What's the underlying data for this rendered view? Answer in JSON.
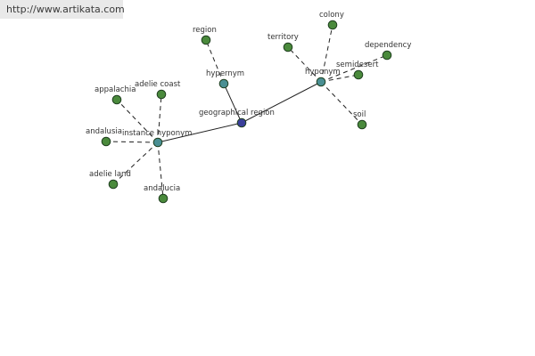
{
  "url_banner": "http://www.artikata.com",
  "colors": {
    "leaf_node": "#4a8a3c",
    "relation_node": "#4a8f93",
    "center_node": "#3a3f9a",
    "edge": "#222222",
    "text": "#333333"
  },
  "graph": {
    "center": "geographical region",
    "nodes": [
      {
        "id": "geographical_region",
        "label": "geographical region",
        "kind": "center"
      },
      {
        "id": "hypernym_rel",
        "label": "hypernym",
        "kind": "relation"
      },
      {
        "id": "hyponym_rel",
        "label": "hyponym",
        "kind": "relation"
      },
      {
        "id": "instance_hyponym_rel",
        "label": "instance hyponym",
        "kind": "relation"
      },
      {
        "id": "region",
        "label": "region",
        "kind": "leaf"
      },
      {
        "id": "territory",
        "label": "territory",
        "kind": "leaf"
      },
      {
        "id": "colony",
        "label": "colony",
        "kind": "leaf"
      },
      {
        "id": "dependency",
        "label": "dependency",
        "kind": "leaf"
      },
      {
        "id": "semidesert",
        "label": "semidesert",
        "kind": "leaf"
      },
      {
        "id": "soil",
        "label": "soil",
        "kind": "leaf"
      },
      {
        "id": "appalachia",
        "label": "appalachia",
        "kind": "leaf"
      },
      {
        "id": "adelie_coast",
        "label": "adelie coast",
        "kind": "leaf"
      },
      {
        "id": "andalusia",
        "label": "andalusia",
        "kind": "leaf"
      },
      {
        "id": "adelie_land",
        "label": "adelie land",
        "kind": "leaf"
      },
      {
        "id": "andalucia",
        "label": "andalucia",
        "kind": "leaf"
      }
    ],
    "edges": [
      {
        "from": "geographical_region",
        "to": "hypernym_rel",
        "style": "solid"
      },
      {
        "from": "geographical_region",
        "to": "hyponym_rel",
        "style": "solid"
      },
      {
        "from": "geographical_region",
        "to": "instance_hyponym_rel",
        "style": "solid"
      },
      {
        "from": "hypernym_rel",
        "to": "region",
        "style": "dashed"
      },
      {
        "from": "hyponym_rel",
        "to": "territory",
        "style": "dashed"
      },
      {
        "from": "hyponym_rel",
        "to": "colony",
        "style": "dashed"
      },
      {
        "from": "hyponym_rel",
        "to": "dependency",
        "style": "dashed"
      },
      {
        "from": "hyponym_rel",
        "to": "semidesert",
        "style": "dashed"
      },
      {
        "from": "hyponym_rel",
        "to": "soil",
        "style": "dashed"
      },
      {
        "from": "instance_hyponym_rel",
        "to": "appalachia",
        "style": "dashed"
      },
      {
        "from": "instance_hyponym_rel",
        "to": "adelie_coast",
        "style": "dashed"
      },
      {
        "from": "instance_hyponym_rel",
        "to": "andalusia",
        "style": "dashed"
      },
      {
        "from": "instance_hyponym_rel",
        "to": "adelie_land",
        "style": "dashed"
      },
      {
        "from": "instance_hyponym_rel",
        "to": "andalucia",
        "style": "dashed"
      }
    ]
  }
}
